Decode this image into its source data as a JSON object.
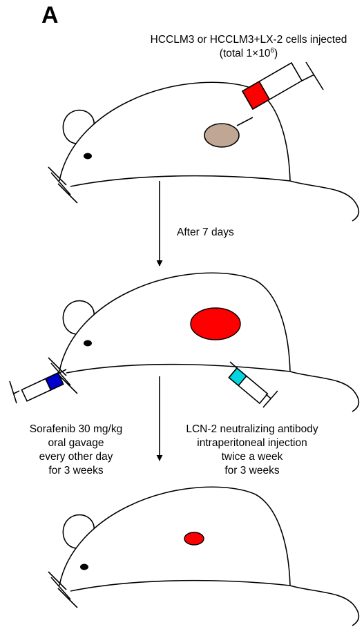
{
  "panel_label": "A",
  "injection": {
    "line1": "HCCLM3 or HCCLM3+LX-2 cells injected",
    "line2_prefix": "(total 1×10",
    "line2_sup": "6",
    "line2_suffix": ")"
  },
  "step1": {
    "label": "After 7 days"
  },
  "treatment_left": {
    "lines": [
      "Sorafenib 30 mg/kg",
      "oral gavage",
      "every other day",
      "for 3 weeks"
    ]
  },
  "treatment_right": {
    "lines": [
      "LCN-2 neutralizing antibody",
      "intraperitoneal injection",
      "twice a week",
      "for 3 weeks"
    ]
  },
  "colors": {
    "initial_cells": "#bfa793",
    "tumor": "#ff0000",
    "sorafenib_syringe": "#0000cc",
    "antibody_syringe": "#00d5e0",
    "implant_syringe": "#ff0000",
    "outline": "#000000"
  }
}
